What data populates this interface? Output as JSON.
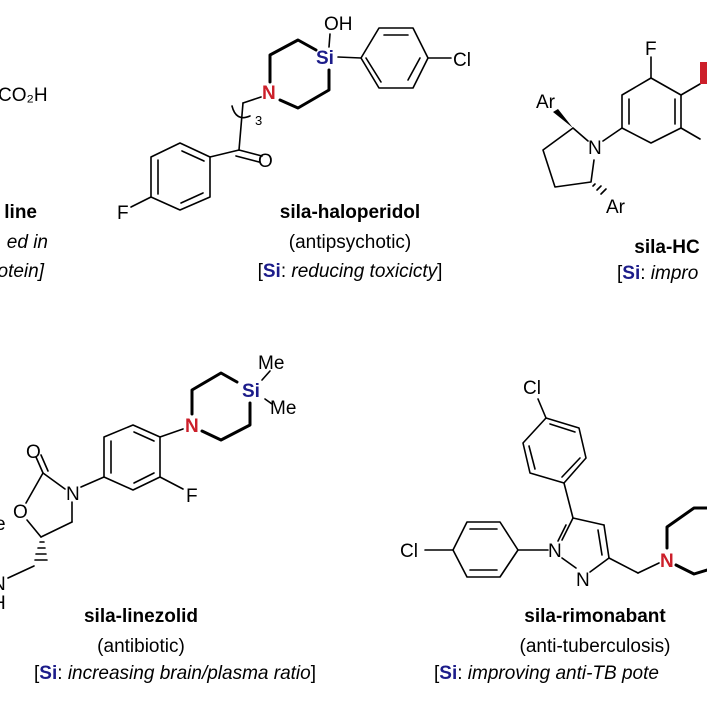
{
  "colors": {
    "silicon": "#1c1c8a",
    "nitrogen": "#cc1f2a"
  },
  "left_partial": {
    "group": "CO₂H",
    "title": "line",
    "note_line1": "ed in",
    "note_line2": "otein]"
  },
  "haloperidol": {
    "atoms": {
      "oh": "OH",
      "si": "Si",
      "cl": "Cl",
      "n": "N",
      "o": "O",
      "f": "F",
      "repeat": "3"
    },
    "title": "sila-haloperidol",
    "class": "(antipsychotic)",
    "note": {
      "open": "[",
      "si": "Si",
      "sep": ": ",
      "text": "reducing toxicicty",
      "close": "]"
    }
  },
  "right_partial": {
    "atoms": {
      "f": "F",
      "ar1": "Ar",
      "ar2": "Ar",
      "n": "N"
    },
    "title": "sila-HC",
    "note": {
      "open": "[",
      "si": "Si",
      "sep": ": ",
      "text": "impro"
    }
  },
  "linezolid": {
    "atoms": {
      "me1": "Me",
      "me2": "Me",
      "si": "Si",
      "n_pip": "N",
      "f": "F",
      "n_ox": "N",
      "o_carbonyl": "O",
      "o_ring": "O",
      "e": "e",
      "nh_n": "N",
      "nh_h": "H"
    },
    "title": "sila-linezolid",
    "class": "(antibiotic)",
    "note": {
      "open": "[",
      "si": "Si",
      "sep": ": ",
      "text": "increasing brain/plasma ratio",
      "close": "]"
    }
  },
  "rimonabant": {
    "atoms": {
      "cl_top": "Cl",
      "cl_left": "Cl",
      "n1": "N",
      "n2": "N",
      "n_pip": "N"
    },
    "title": "sila-rimonabant",
    "class": "(anti-tuberculosis)",
    "note": {
      "open": "[",
      "si": "Si",
      "sep": ": ",
      "text": "improving anti-TB pote"
    }
  }
}
